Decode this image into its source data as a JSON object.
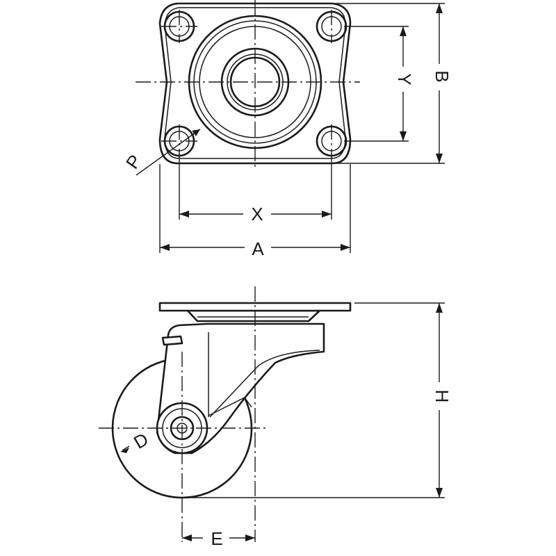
{
  "labels": {
    "A": "A",
    "B": "B",
    "X": "X",
    "Y": "Y",
    "P": "P",
    "H": "H",
    "D": "D",
    "E": "E"
  },
  "colors": {
    "line": "#1a1a1a",
    "background": "#ffffff"
  }
}
